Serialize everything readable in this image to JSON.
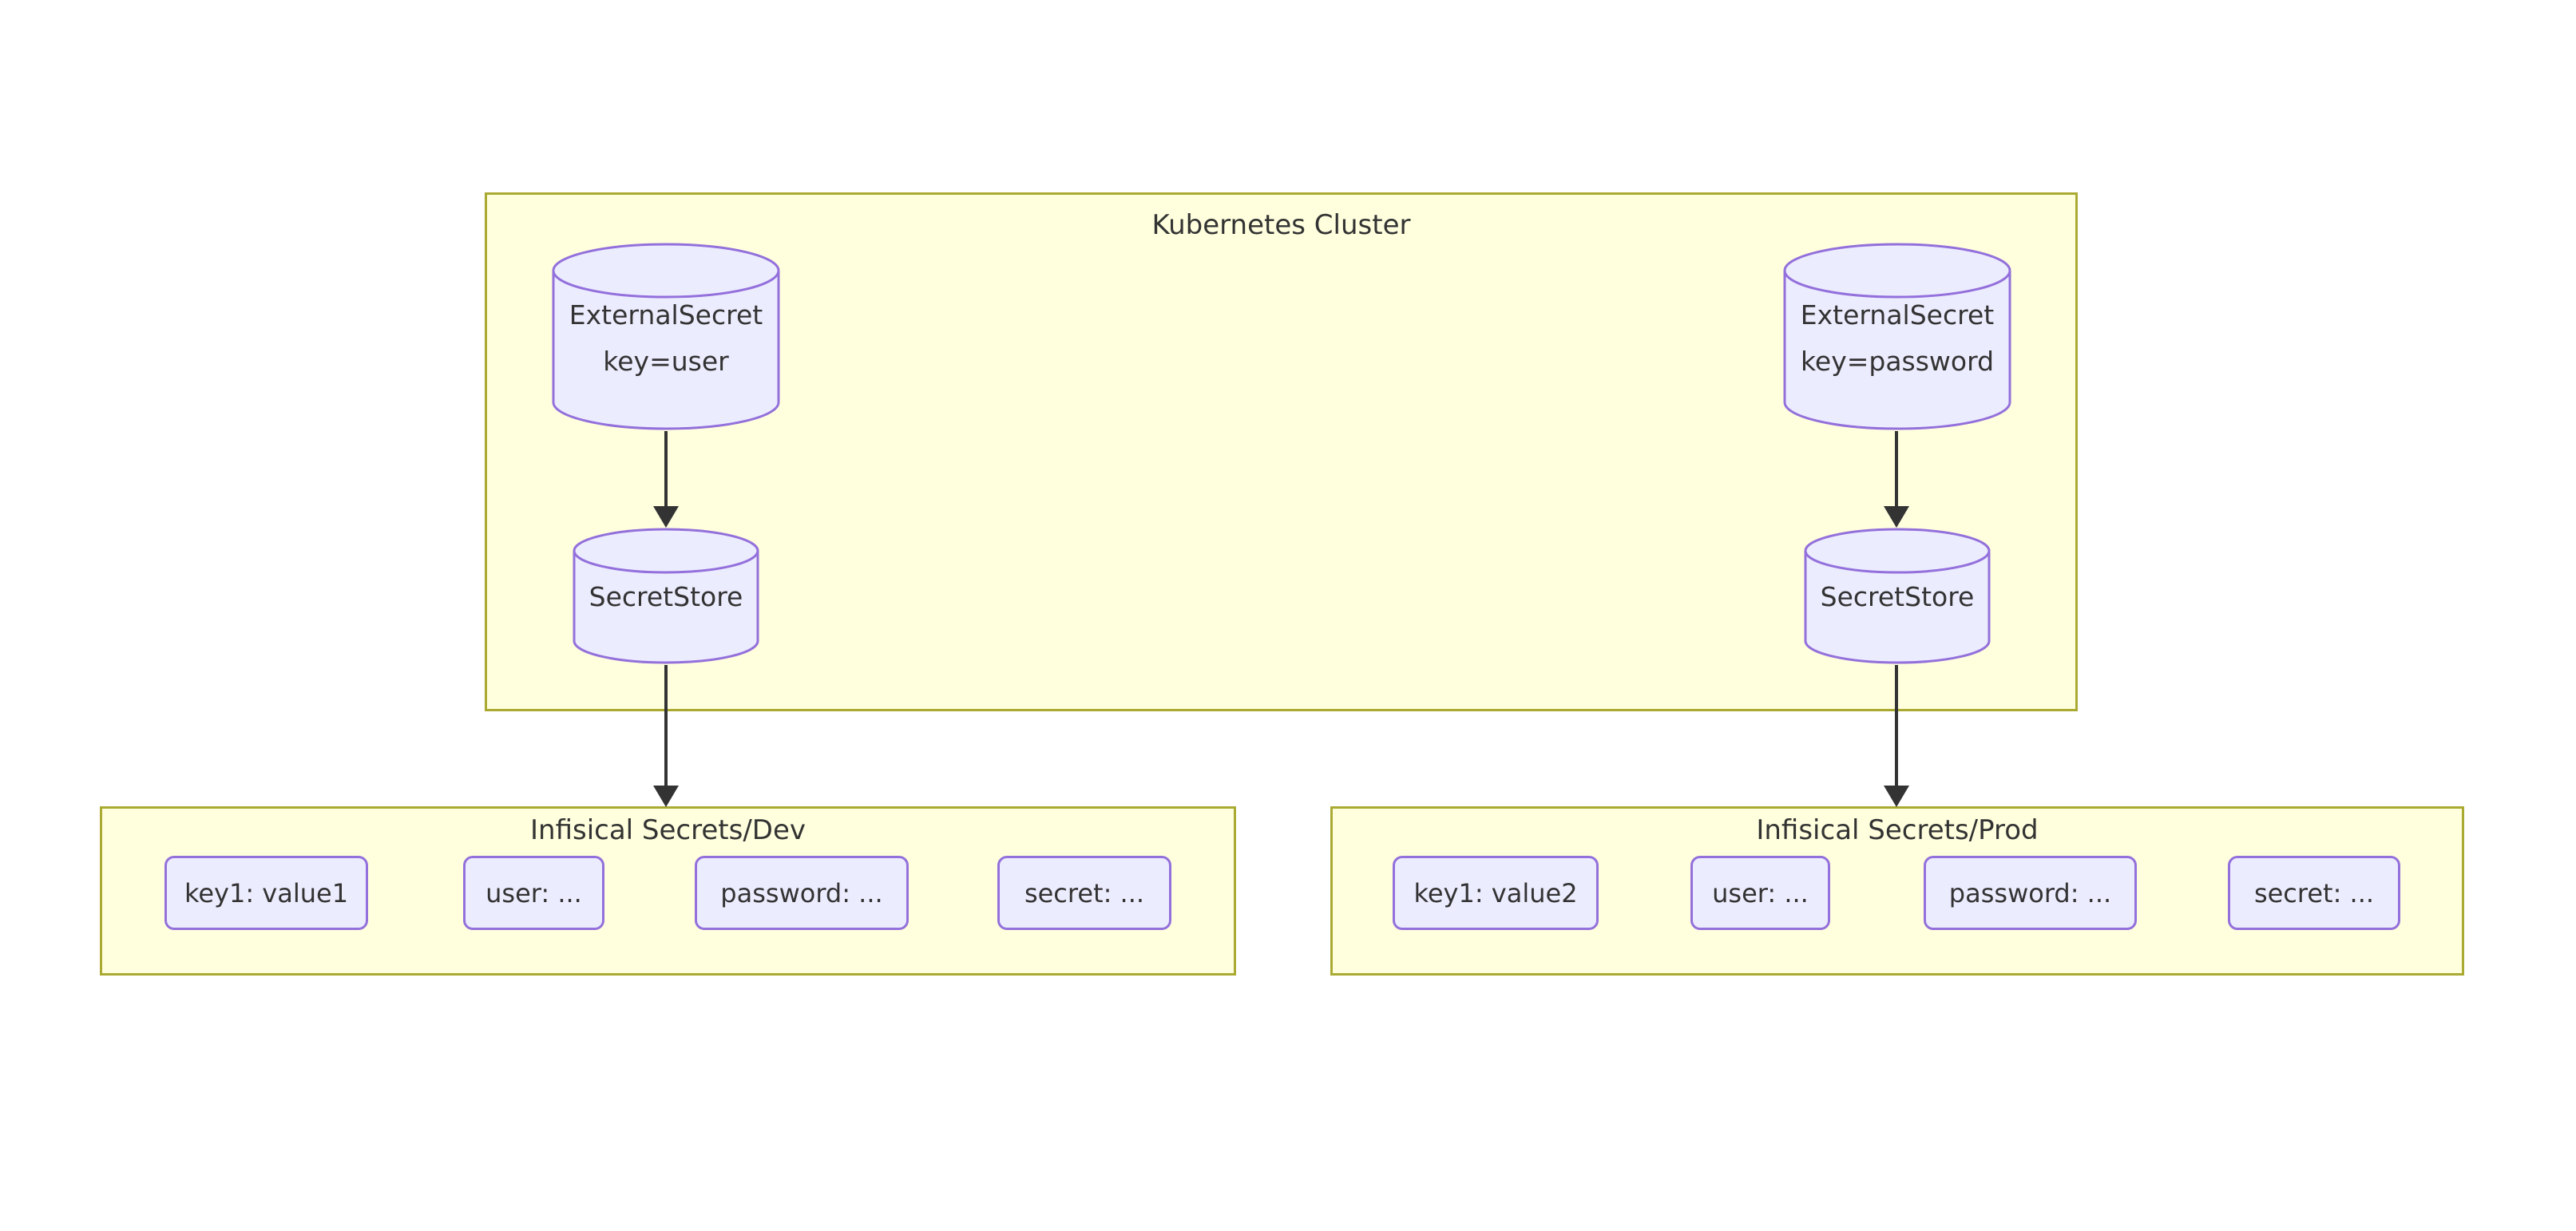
{
  "diagram": {
    "kubernetes_cluster": {
      "label": "Kubernetes Cluster",
      "nodes": {
        "external_secret_user": {
          "line1": "ExternalSecret",
          "line2": "key=user"
        },
        "external_secret_password": {
          "line1": "ExternalSecret",
          "line2": "key=password"
        },
        "secret_store_left": {
          "label": "SecretStore"
        },
        "secret_store_right": {
          "label": "SecretStore"
        }
      }
    },
    "infisical_dev": {
      "label": "Infisical Secrets/Dev",
      "secrets": [
        "key1: value1",
        "user: ...",
        "password: ...",
        "secret: ..."
      ]
    },
    "infisical_prod": {
      "label": "Infisical Secrets/Prod",
      "secrets": [
        "key1: value2",
        "user: ...",
        "password: ...",
        "secret: ..."
      ]
    },
    "colors": {
      "cluster_fill": "#ffffde",
      "cluster_border": "#aaaa33",
      "node_fill": "#ececff",
      "node_border": "#9370db",
      "arrow": "#333333",
      "text": "#333333"
    }
  }
}
